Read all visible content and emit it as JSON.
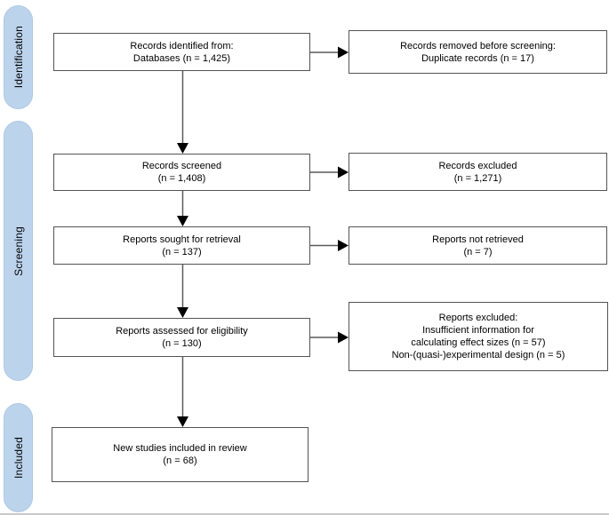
{
  "sidebar": {
    "stages": [
      {
        "key": "identification",
        "label": "Identification"
      },
      {
        "key": "screening",
        "label": "Screening"
      },
      {
        "key": "included",
        "label": "Included"
      }
    ]
  },
  "boxes": {
    "records_identified": {
      "line1": "Records identified from:",
      "line2": "Databases (n = 1,425)"
    },
    "records_removed": {
      "line1": "Records removed before screening:",
      "line2": "Duplicate records (n = 17)"
    },
    "records_screened": {
      "line1": "Records screened",
      "line2": "(n = 1,408)"
    },
    "records_excluded": {
      "line1": "Records excluded",
      "line2": "(n = 1,271)"
    },
    "reports_sought": {
      "line1": "Reports sought for retrieval",
      "line2": "(n = 137)"
    },
    "reports_not_retrieved": {
      "line1": "Reports not retrieved",
      "line2": "(n = 7)"
    },
    "reports_assessed": {
      "line1": "Reports assessed for eligibility",
      "line2": "(n = 130)"
    },
    "reports_excluded": {
      "line1": "Reports excluded:",
      "line2": "Insufficient information for",
      "line3": "calculating effect sizes (n = 57)",
      "line4": "Non-(quasi-)experimental design (n = 5)"
    },
    "new_studies_included": {
      "line1": "New studies included in review",
      "line2": "(n = 68)"
    }
  },
  "colors": {
    "stage_pill_fill": "#BCD3EC",
    "stage_pill_border": "#AFC9E6",
    "box_border": "#545454",
    "arrow_line": "#5A5A5A",
    "arrow_head": "#000000",
    "text_color": "#000000",
    "background": "#FFFFFF",
    "bottom_rule": "#C9C9C9"
  }
}
